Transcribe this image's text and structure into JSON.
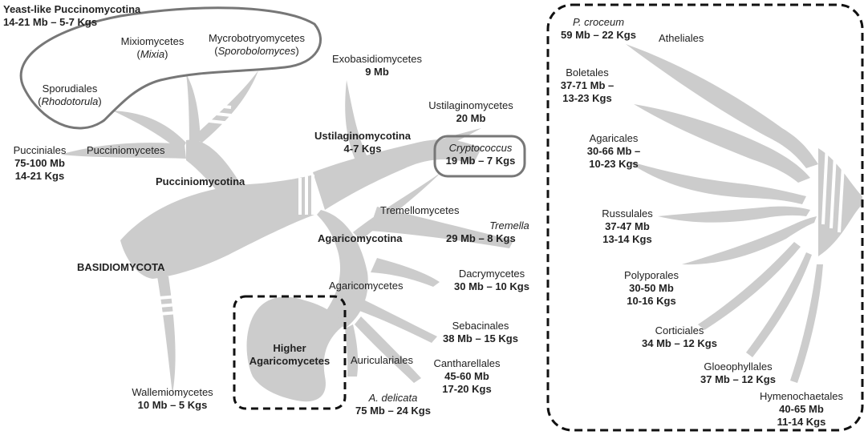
{
  "yeast_like": {
    "title": "Yeast-like Puccinomycotina",
    "size": "14-21 Mb – 5-7 Kgs"
  },
  "mixiomycetes": {
    "name": "Mixiomycetes",
    "genus": "Mixia"
  },
  "mycrobotryomycetes": {
    "name": "Mycrobotryomycetes",
    "genus": "Sporobolomyces"
  },
  "sporudiales": {
    "name": "Sporudiales",
    "genus": "Rhodotorula"
  },
  "pucciniales": {
    "name": "Pucciniales",
    "mb": "75-100 Mb",
    "kgs": "14-21 Kgs"
  },
  "pucciniomycetes": {
    "name": "Pucciniomycetes"
  },
  "pucciniomycotina": {
    "name": "Pucciniomycotina"
  },
  "basidiomycota": {
    "name": "BASIDIOMYCOTA"
  },
  "exobasidiomycetes": {
    "name": "Exobasidiomycetes",
    "size": "9 Mb"
  },
  "ustilaginomycetes": {
    "name": "Ustilaginomycetes",
    "size": "20 Mb"
  },
  "ustilaginomycotina": {
    "name": "Ustilaginomycotina",
    "size": "4-7 Kgs"
  },
  "cryptococcus": {
    "name": "Cryptococcus",
    "size": "19 Mb – 7 Kgs"
  },
  "tremellomycetes": {
    "name": "Tremellomycetes"
  },
  "tremella": {
    "name": "Tremella",
    "size": "29 Mb – 8 Kgs"
  },
  "agaricomycotina": {
    "name": "Agaricomycotina"
  },
  "dacrymycetes": {
    "name": "Dacrymycetes",
    "size": "30 Mb – 10 Kgs"
  },
  "agaricomycetes": {
    "name": "Agaricomycetes"
  },
  "sebacinales": {
    "name": "Sebacinales",
    "size": "38 Mb – 15 Kgs"
  },
  "higher": {
    "line1": "Higher",
    "line2": "Agaricomycetes"
  },
  "auriculariales": {
    "name": "Auriculariales"
  },
  "cantharellales": {
    "name": "Cantharellales",
    "mb": "45-60 Mb",
    "kgs": "17-20 Kgs"
  },
  "a_delicata": {
    "name": "A. delicata",
    "size": "75 Mb – 24 Kgs"
  },
  "wallemiomycetes": {
    "name": "Wallemiomycetes",
    "size": "10 Mb – 5 Kgs"
  },
  "p_croceum": {
    "name": "P. croceum",
    "size": "59 Mb – 22 Kgs"
  },
  "atheliales": {
    "name": "Atheliales"
  },
  "boletales": {
    "name": "Boletales",
    "mb": "37-71 Mb –",
    "kgs": "13-23 Kgs"
  },
  "agaricales": {
    "name": "Agaricales",
    "mb": "30-66 Mb –",
    "kgs": "10-23 Kgs"
  },
  "russulales": {
    "name": "Russulales",
    "mb": "37-47 Mb",
    "kgs": "13-14 Kgs"
  },
  "polyporales": {
    "name": "Polyporales",
    "mb": "30-50 Mb",
    "kgs": "10-16 Kgs"
  },
  "corticiales": {
    "name": "Corticiales",
    "size": "34 Mb – 12 Kgs"
  },
  "gloeophyllales": {
    "name": "Gloeophyllales",
    "size": "37 Mb – 12 Kgs"
  },
  "hymenochaetales": {
    "name": "Hymenochaetales",
    "mb": "40-65 Mb",
    "kgs": "11-14 Kgs"
  },
  "colors": {
    "branch": "#cccccc",
    "outline": "#777777",
    "dashed": "#111111"
  }
}
